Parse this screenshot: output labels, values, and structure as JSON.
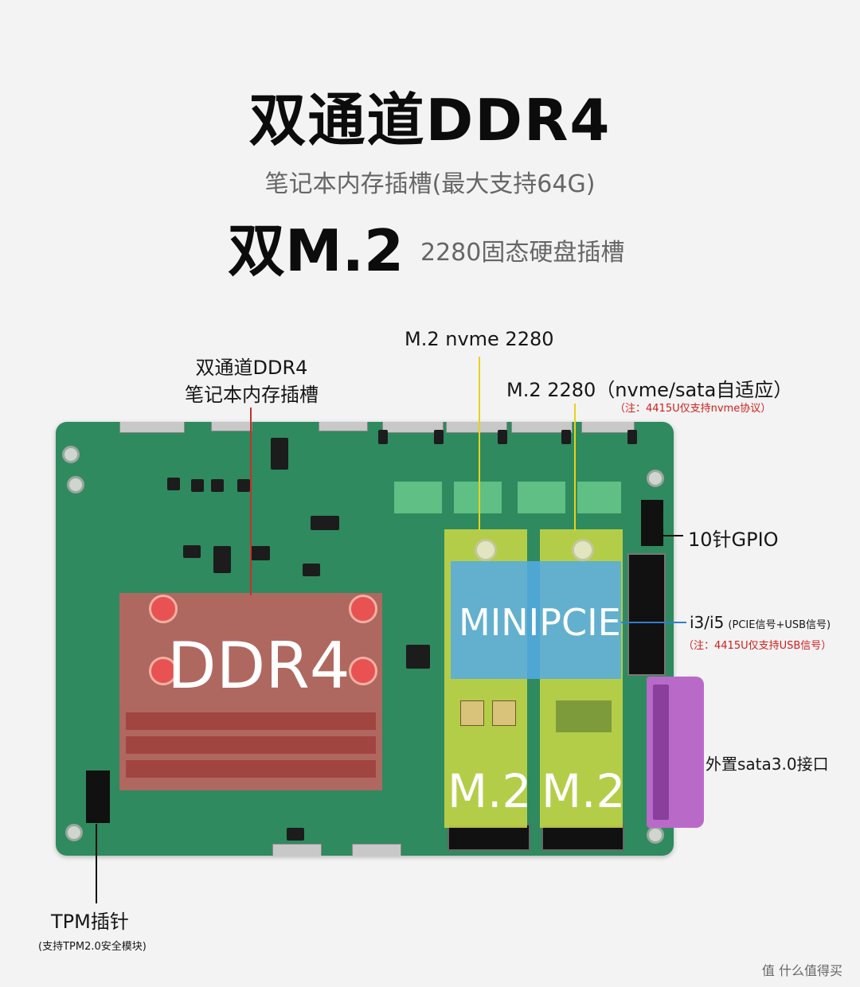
{
  "headline": "双通道DDR4",
  "subheadline": "笔记本内存插槽(最大支持64G)",
  "headline2": "双M.2",
  "subheadline2": "2280固态硬盘插槽",
  "callouts": {
    "ddr4_line1": "双通道DDR4",
    "ddr4_line2": "笔记本内存插槽",
    "m2_nvme": "M.2 nvme 2280",
    "m2_adaptive": "M.2 2280（nvme/sata自适应）",
    "m2_adaptive_note": "（注：4415U仅支持nvme协议）",
    "gpio": "10针GPIO",
    "minipcie_main": "i3/i5",
    "minipcie_detail": "(PCIE信号+USB信号)",
    "minipcie_note": "（注：4415U仅支持USB信号）",
    "sata": "外置sata3.0接口",
    "tpm": "TPM插针",
    "tpm_note": "(支持TPM2.0安全模块)"
  },
  "board_overlays": {
    "ddr4": "DDR4",
    "minipcie": "MINIPCIE",
    "m2_left": "M.2",
    "m2_right": "M.2"
  },
  "watermark": "值 什么值得买",
  "colors": {
    "ddr4_overlay": "#cc6060",
    "m2_overlay": "#c0d246",
    "minipcie_overlay": "#53aae6",
    "sata_overlay": "#b96ac8",
    "pcb": "#2f8a5f",
    "callout_red": "#d0201e",
    "leader_yellow": "#e8d21a",
    "leader_blue": "#2f7fd0"
  }
}
